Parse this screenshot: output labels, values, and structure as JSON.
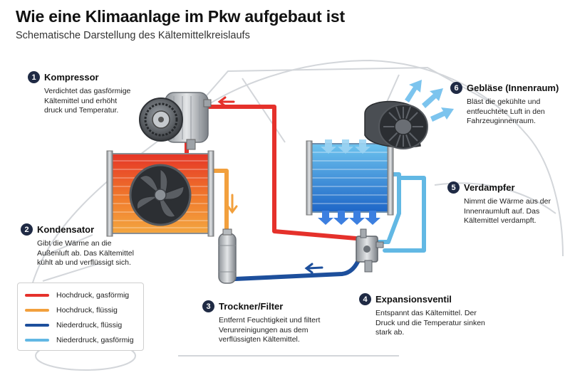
{
  "title": "Wie eine Klimaanlage im Pkw aufgebaut ist",
  "subtitle": "Schematische Darstellung des Kältemittelkreislaufs",
  "components": [
    {
      "number": "1",
      "name": "Kompressor",
      "desc": [
        "Verdichtet das gasförmige",
        "Kältemittel und erhöht",
        "druck und Temperatur."
      ]
    },
    {
      "number": "2",
      "name": "Kondensator",
      "desc": [
        "Gibt die Wärme an die",
        "Außenluft ab. Das Kältemittel",
        "kühlt ab und verflüssigt sich."
      ]
    },
    {
      "number": "3",
      "name": "Trockner/Filter",
      "desc": [
        "Entfernt Feuchtigkeit und filtert",
        "Verunreinigungen aus dem",
        "verflüssigten Kältemittel."
      ]
    },
    {
      "number": "4",
      "name": "Expansionsventil",
      "desc": [
        "Entspannt das Kältemittel. Der",
        "Druck und die Temperatur sinken",
        "stark ab."
      ]
    },
    {
      "number": "5",
      "name": "Verdampfer",
      "desc": [
        "Nimmt die Wärme aus der",
        "Innenraumluft auf. Das",
        "Kältemittel verdampft."
      ]
    },
    {
      "number": "6",
      "name": "Gebläse (Innenraum)",
      "desc": [
        "Bläst die gekühlte und",
        "entfeuchtete Luft in den",
        "Fahrzeuginnenraum."
      ]
    }
  ],
  "legend": [
    {
      "label": "Hochdruck, gasförmig",
      "color": "#e5312b"
    },
    {
      "label": "Hochdruck, flüssig",
      "color": "#f2a03d"
    },
    {
      "label": "Niederdruck, flüssig",
      "color": "#1d4f9c"
    },
    {
      "label": "Niederdruck, gasförmig",
      "color": "#62b8e4"
    }
  ]
}
